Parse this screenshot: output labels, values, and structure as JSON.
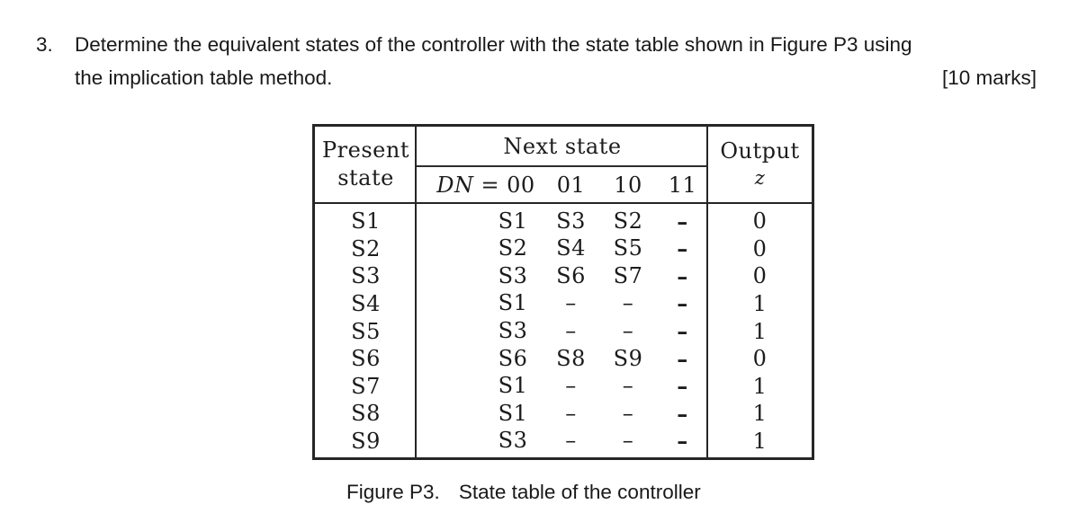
{
  "question": {
    "number": "3.",
    "line1": "Determine the equivalent states of the controller with the state table shown in Figure P3 using",
    "line2": "the implication table method.",
    "marks": "[10 marks]"
  },
  "table": {
    "present_header_line1": "Present",
    "present_header_line2": "state",
    "next_header": "Next state",
    "dn_var": "DN",
    "dn_eq": "=",
    "input_cols": [
      "00",
      "01",
      "10",
      "11"
    ],
    "output_header_line1": "Output",
    "output_header_line2": "z",
    "rows": [
      {
        "present": "S1",
        "next": [
          "S1",
          "S3",
          "S2",
          "–"
        ],
        "output": "0"
      },
      {
        "present": "S2",
        "next": [
          "S2",
          "S4",
          "S5",
          "–"
        ],
        "output": "0"
      },
      {
        "present": "S3",
        "next": [
          "S3",
          "S6",
          "S7",
          "–"
        ],
        "output": "0"
      },
      {
        "present": "S4",
        "next": [
          "S1",
          "–",
          "–",
          "–"
        ],
        "output": "1"
      },
      {
        "present": "S5",
        "next": [
          "S3",
          "–",
          "–",
          "–"
        ],
        "output": "1"
      },
      {
        "present": "S6",
        "next": [
          "S6",
          "S8",
          "S9",
          "–"
        ],
        "output": "0"
      },
      {
        "present": "S7",
        "next": [
          "S1",
          "–",
          "–",
          "–"
        ],
        "output": "1"
      },
      {
        "present": "S8",
        "next": [
          "S1",
          "–",
          "–",
          "–"
        ],
        "output": "1"
      },
      {
        "present": "S9",
        "next": [
          "S3",
          "–",
          "–",
          "–"
        ],
        "output": "1"
      }
    ]
  },
  "caption": {
    "label": "Figure P3.",
    "text": "State table of the controller"
  }
}
